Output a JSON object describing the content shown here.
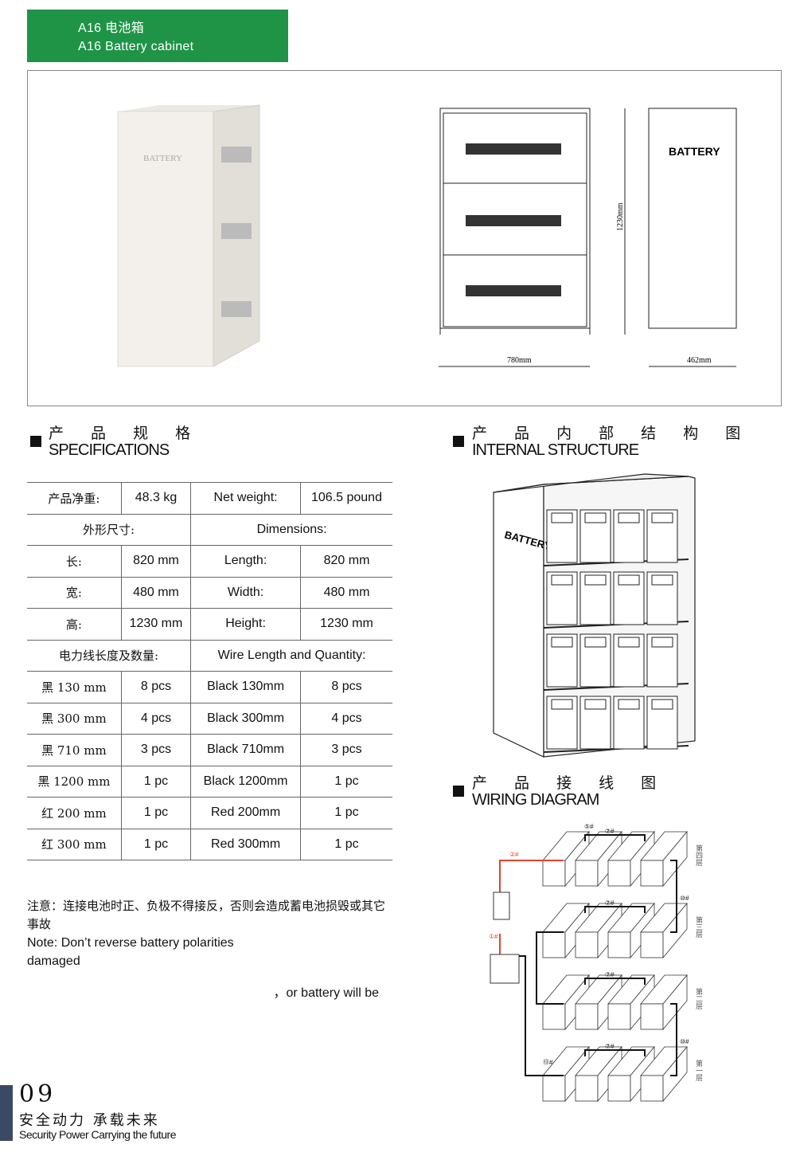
{
  "header": {
    "title_cn": "A16 电池箱",
    "title_en": "A16 Battery cabinet"
  },
  "drawing": {
    "cabinet_label": "BATTERY",
    "height_dim": "1230mm",
    "width_dim": "780mm",
    "depth_dim": "462mm"
  },
  "specs": {
    "heading_cn": "产 品 规 格",
    "heading_en": "SPECIFICATIONS",
    "rows": [
      [
        "产品净重:",
        "48.3 kg",
        "Net weight:",
        "106.5 pound"
      ],
      [
        "外形尺寸:",
        "",
        "Dimensions:",
        ""
      ],
      [
        "长:",
        "820 mm",
        "Length:",
        "820 mm"
      ],
      [
        "宽:",
        "480 mm",
        "Width:",
        "480 mm"
      ],
      [
        "高:",
        "1230 mm",
        "Height:",
        "1230 mm"
      ],
      [
        "电力线长度及数量:",
        "",
        "Wire Length and Quantity:",
        ""
      ],
      [
        "黑 130 mm",
        "8 pcs",
        "Black 130mm",
        "8 pcs"
      ],
      [
        "黑 300 mm",
        "4 pcs",
        "Black 300mm",
        "4 pcs"
      ],
      [
        "黑 710 mm",
        "3 pcs",
        "Black 710mm",
        "3 pcs"
      ],
      [
        "黑 1200 mm",
        "1 pc",
        "Black 1200mm",
        "1 pc"
      ],
      [
        "红 200 mm",
        "1 pc",
        "Red 200mm",
        "1 pc"
      ],
      [
        "红 300 mm",
        "1 pc",
        "Red 300mm",
        "1 pc"
      ]
    ]
  },
  "internal": {
    "heading_cn": "产 品 内 部 结 构 图",
    "heading_en": "INTERNAL STRUCTURE",
    "label": "BATTERY"
  },
  "wiring": {
    "heading_cn": "产 品 接 线 图",
    "heading_en": "WIRING DIAGRAM",
    "layers": [
      "第四层",
      "第三层",
      "第二层",
      "第一层"
    ],
    "wire_labels": [
      "①#",
      "②#",
      "⑤#",
      "⑦#",
      "⑩#",
      "⑬#"
    ]
  },
  "note": {
    "cn": "注意：连接电池时正、负极不得接反，否则会造成蓄电池损毁或其它事故",
    "en1": "Note: Don’t reverse battery polarities",
    "en2": "damaged",
    "en3": "，or battery will be"
  },
  "footer": {
    "page": "09",
    "slogan_cn": "安全动力 承载未来",
    "slogan_en": "Security Power Carrying the future"
  },
  "colors": {
    "green": "#1f9447",
    "footer_bar": "#3b4a64",
    "red_wire": "#e0442c"
  }
}
